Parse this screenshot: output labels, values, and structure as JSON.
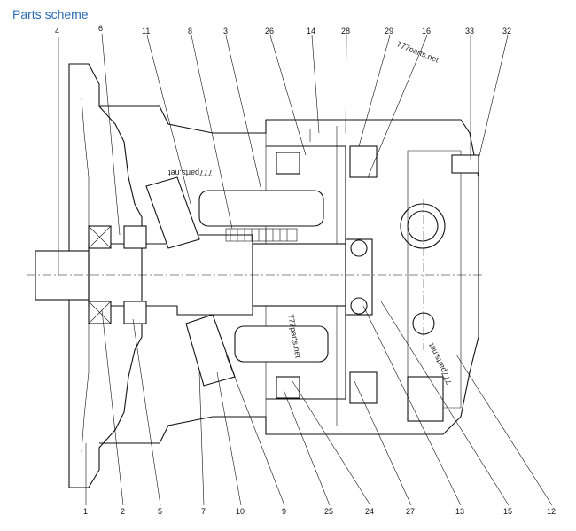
{
  "header": {
    "title": "Parts scheme"
  },
  "watermark": "777parts.net",
  "callouts_top": [
    "4",
    "6",
    "11",
    "8",
    "3",
    "26",
    "14",
    "28",
    "29",
    "16",
    "33",
    "32"
  ],
  "callouts_bottom": [
    "1",
    "2",
    "5",
    "7",
    "10",
    "9",
    "25",
    "24",
    "27",
    "13",
    "15",
    "12"
  ],
  "colors": {
    "title": "#2a6bb3",
    "lines": "#111111"
  }
}
